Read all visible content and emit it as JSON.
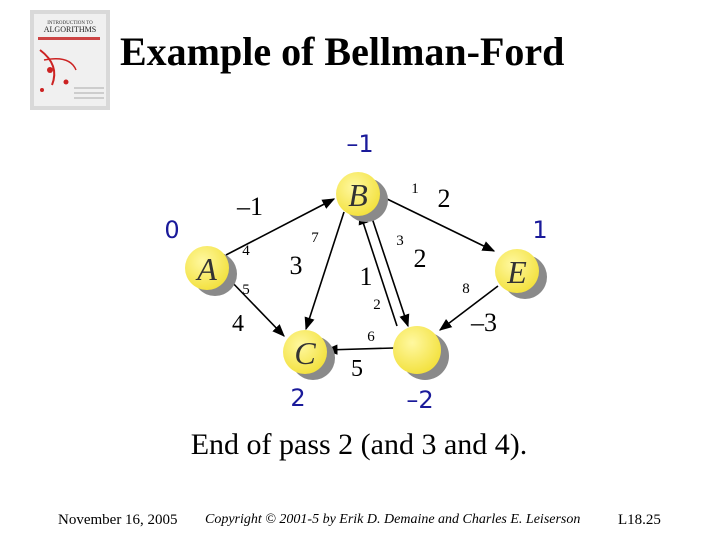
{
  "slide": {
    "title": "Example of Bellman-Ford",
    "caption": "End of pass 2 (and 3 and 4).",
    "footer_date": "November 16, 2005",
    "footer_copyright": "Copyright © 2001-5 by Erik D. Demaine and Charles E. Leiserson",
    "footer_page": "L18.25"
  },
  "book_cover": {
    "lines": [
      "INTRODUCTION TO",
      "ALGORITHMS"
    ]
  },
  "graph": {
    "nodes": [
      {
        "id": "A",
        "label": "A",
        "distance": "0"
      },
      {
        "id": "B",
        "label": "B",
        "distance": "–1"
      },
      {
        "id": "C",
        "label": "C",
        "distance": "2"
      },
      {
        "id": "D",
        "label": "",
        "distance": "–2"
      },
      {
        "id": "E",
        "label": "E",
        "distance": "1"
      }
    ],
    "edges": [
      {
        "from": "A",
        "to": "B",
        "weight": "–1"
      },
      {
        "from": "A",
        "to": "C",
        "weight": "4"
      },
      {
        "from": "B",
        "to": "C",
        "weight": "3"
      },
      {
        "from": "B",
        "to": "D",
        "weight": "2"
      },
      {
        "from": "B",
        "to": "E",
        "weight": "2"
      },
      {
        "from": "D",
        "to": "B",
        "weight": "1"
      },
      {
        "from": "D",
        "to": "C",
        "weight": "5"
      },
      {
        "from": "E",
        "to": "D",
        "weight": "–3"
      }
    ],
    "order_labels": [
      "1",
      "2",
      "3",
      "4",
      "5",
      "6",
      "7",
      "8"
    ],
    "colors": {
      "node_fill": "#f5e642",
      "node_shadow": "#8a8a8a",
      "distance_text": "#1a1a9a",
      "edge": "#000000"
    }
  }
}
